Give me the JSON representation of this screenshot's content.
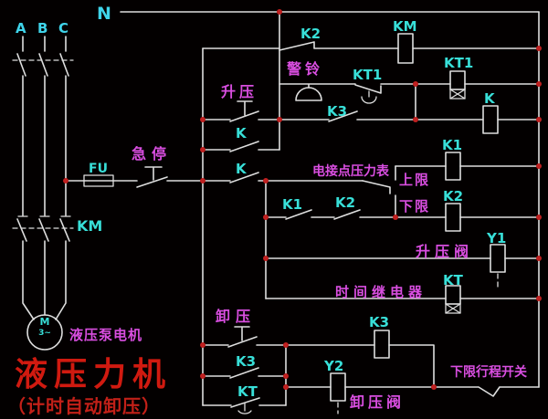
{
  "diagram": {
    "type": "electrical-control-schematic",
    "colors": {
      "background": "#030000",
      "wire": "#dedede",
      "component_label_cyan": "#38dfd8",
      "phase_label_cyan": "#3fd4ea",
      "function_label_magenta": "#d94ee0",
      "title_red": "#d01a10",
      "junction_dot_red": "#c02020"
    },
    "labels": {
      "neutral": "N",
      "phase_a": "A",
      "phase_b": "B",
      "phase_c": "C",
      "fuse": "FU",
      "estop": "急停",
      "km": "KM",
      "k": "K",
      "k1": "K1",
      "k2": "K2",
      "k3": "K3",
      "kt": "KT",
      "kt1": "KT1",
      "y1": "Y1",
      "y2": "Y2",
      "alarm_bell": "警铃",
      "boost": "升压",
      "pressure_gauge": "电接点压力表",
      "upper_limit": "上限",
      "lower_limit": "下限",
      "boost_valve": "升压阀",
      "time_relay": "时间继电器",
      "relief": "卸压",
      "relief_valve": "卸压阀",
      "lower_travel_switch": "下限行程开关",
      "motor_m": "M",
      "motor_phase": "3~",
      "pump_motor": "液压泵电机",
      "title": "液压力机",
      "subtitle": "（计时自动卸压）"
    }
  }
}
